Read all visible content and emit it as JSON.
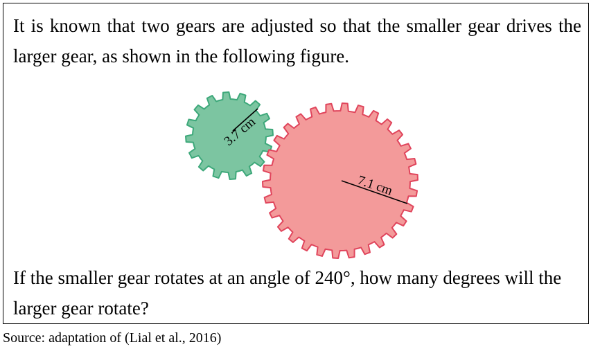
{
  "problem": {
    "intro_text": "It is known that two gears are adjusted so that the smaller gear drives the larger gear, as shown in the following figure.",
    "question_text": "If the smaller gear rotates at an angle of 240°, how many degrees will the larger gear rotate?"
  },
  "figure": {
    "small_gear": {
      "radius_label": "3.7 cm",
      "fill_color": "#7cc5a1",
      "edge_color": "#3da87a"
    },
    "large_gear": {
      "radius_label": "7.1 cm",
      "fill_color": "#f39a9a",
      "edge_color": "#e0455c"
    }
  },
  "source": {
    "text": "Source: adaptation of (Lial et al., 2016)"
  }
}
